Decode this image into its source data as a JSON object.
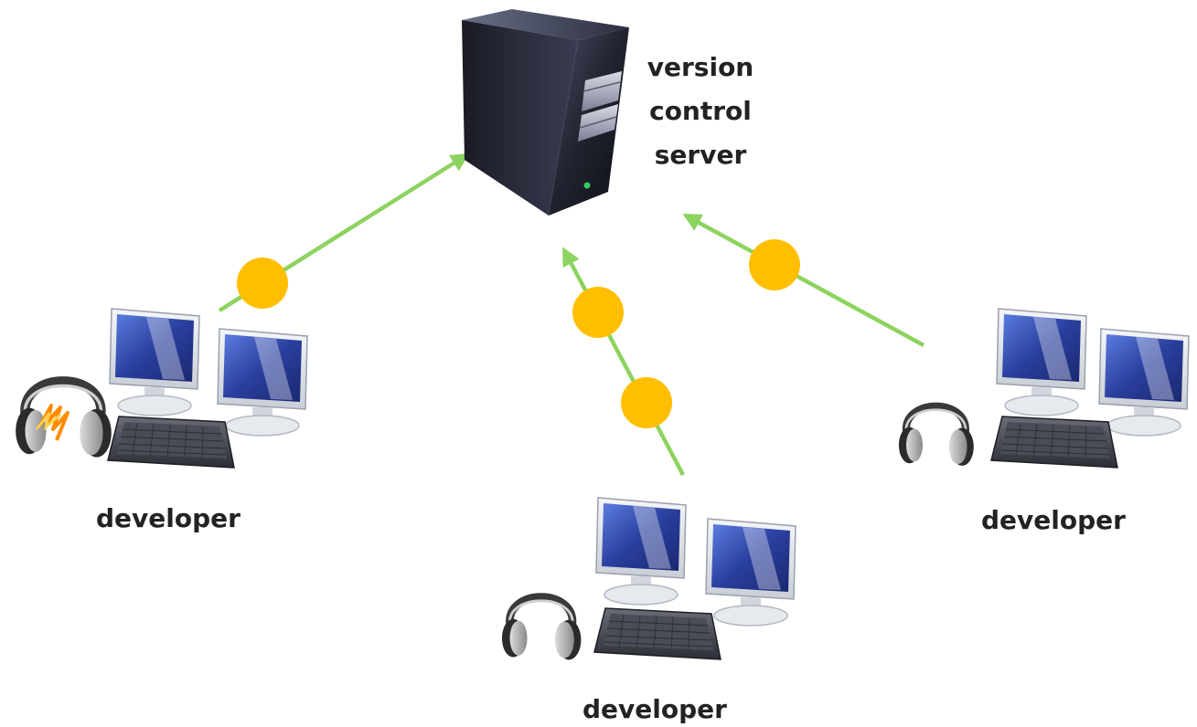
{
  "server": {
    "label_lines": [
      "version",
      "control",
      "server"
    ],
    "icon": "server-tower-icon",
    "led_color": "#33cc66"
  },
  "developers": [
    {
      "label": "developer",
      "icon": "dual-monitor-workstation-icon",
      "headphones": "headphones-glowing-icon"
    },
    {
      "label": "developer",
      "icon": "dual-monitor-workstation-icon",
      "headphones": "headphones-icon"
    },
    {
      "label": "developer",
      "icon": "dual-monitor-workstation-icon",
      "headphones": "headphones-icon"
    }
  ],
  "connections": [
    {
      "from": "developer-left",
      "to": "server",
      "packets": 1
    },
    {
      "from": "developer-bottom",
      "to": "server",
      "packets": 2
    },
    {
      "from": "developer-right",
      "to": "server",
      "packets": 1
    }
  ],
  "colors": {
    "arrow": "#8dd35f",
    "packet": "#ffbf00",
    "label": "#222222",
    "monitor_screen": "#2a3f9e"
  }
}
